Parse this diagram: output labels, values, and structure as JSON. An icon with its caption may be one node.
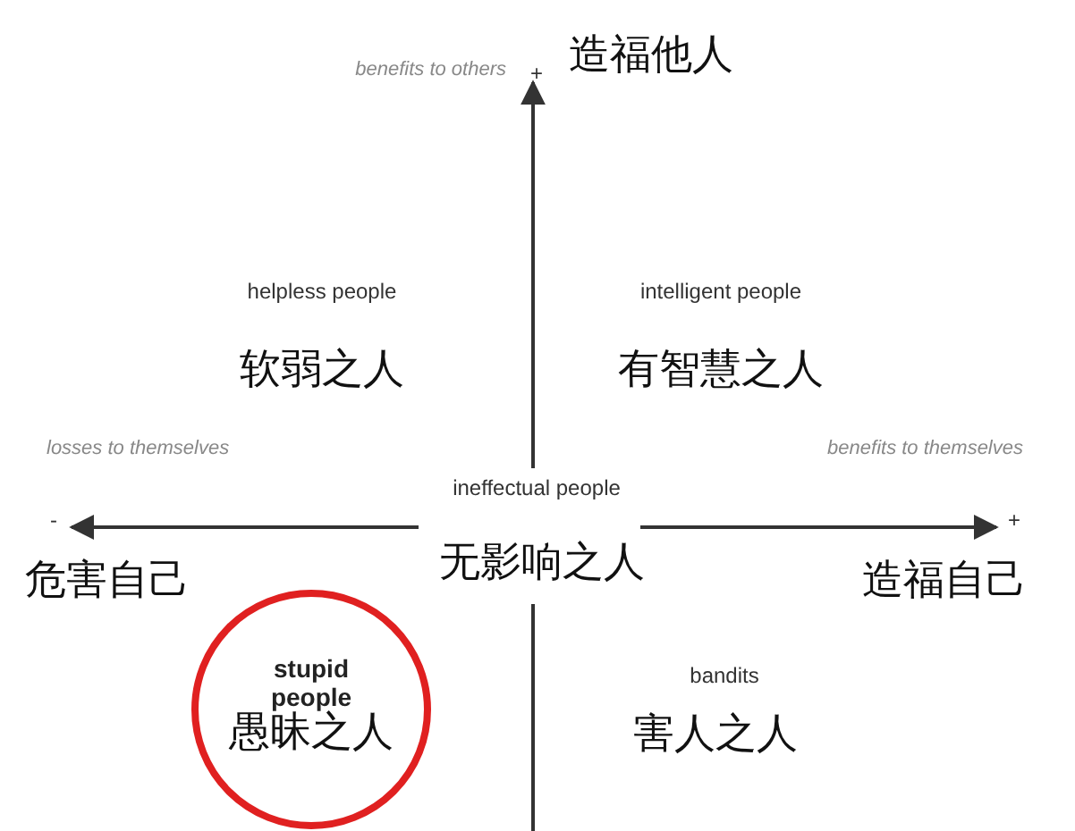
{
  "diagram": {
    "nodes": [
      {
        "text": [
          "stupid people",
          "愚昧之人"
        ]
      }
    ],
    "edges": [],
    "labels": [
      "benefits to others",
      "+",
      "造福他人",
      "helpless people",
      "软弱之人",
      "intelligent people",
      "有智慧之人",
      "losses to themselves",
      "benefits to themselves",
      "ineffectual people",
      "-",
      "+",
      "危害自己",
      "无影响之人",
      "造福自己",
      "bandits",
      "害人之人"
    ]
  }
}
